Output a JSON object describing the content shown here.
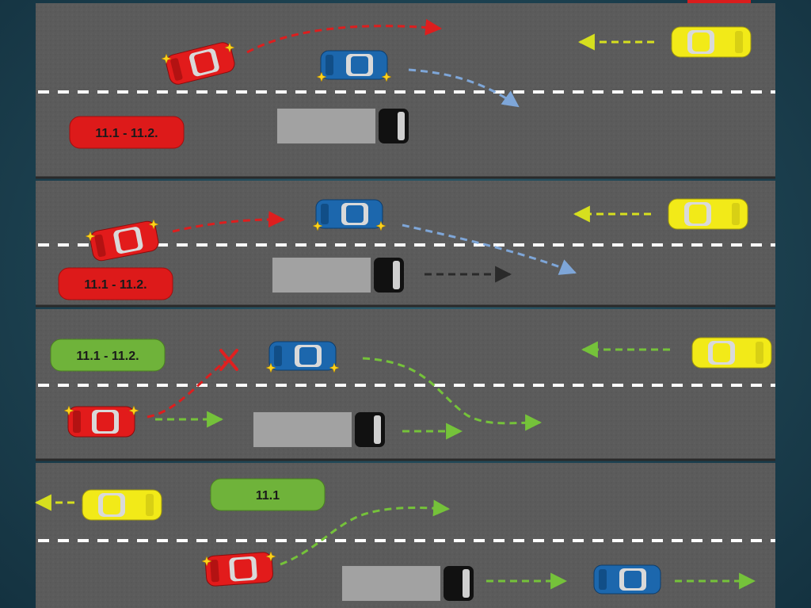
{
  "panels": [
    {
      "id": "panel-1",
      "badge": "11.1 - 11.2.",
      "badge_color": "#dd1a1a"
    },
    {
      "id": "panel-2",
      "badge": "11.1 - 11.2.",
      "badge_color": "#dd1a1a"
    },
    {
      "id": "panel-3",
      "badge": "11.1 - 11.2.",
      "badge_color": "#6fb33a"
    },
    {
      "id": "panel-4",
      "badge": "11.1",
      "badge_color": "#6fb33a"
    }
  ],
  "colors": {
    "road": "#5b5b5b",
    "lane_marking": "#ffffff",
    "red_car": "#e21b1b",
    "blue_car": "#1c67ad",
    "yellow_car": "#f2ea18",
    "truck_trailer": "#a2a2a2",
    "truck_cab": "#111111",
    "arrow_red": "#dd1e1e",
    "arrow_blue": "#7ea6d8",
    "arrow_yellow": "#d6df1e",
    "arrow_green": "#75c23a",
    "arrow_black": "#2a2a2a",
    "forbidden_mark": "#e02020"
  },
  "icons": {
    "turn_signal": "star-icon",
    "forbidden": "cross-icon"
  }
}
